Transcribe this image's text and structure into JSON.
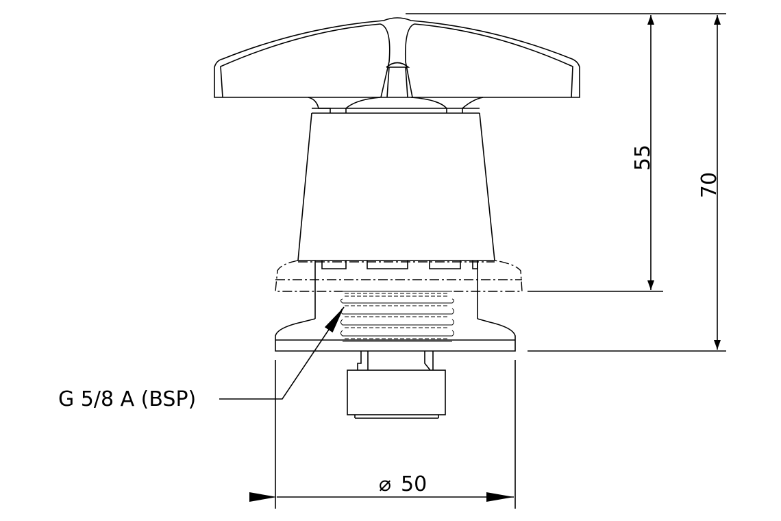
{
  "drawing": {
    "thread_callout": "G 5/8 A (BSP)",
    "dimensions": {
      "height_body": "55",
      "height_total": "70",
      "diameter": "50",
      "diameter_symbol": "⌀"
    },
    "line_color": "#000000",
    "background": "#ffffff"
  }
}
